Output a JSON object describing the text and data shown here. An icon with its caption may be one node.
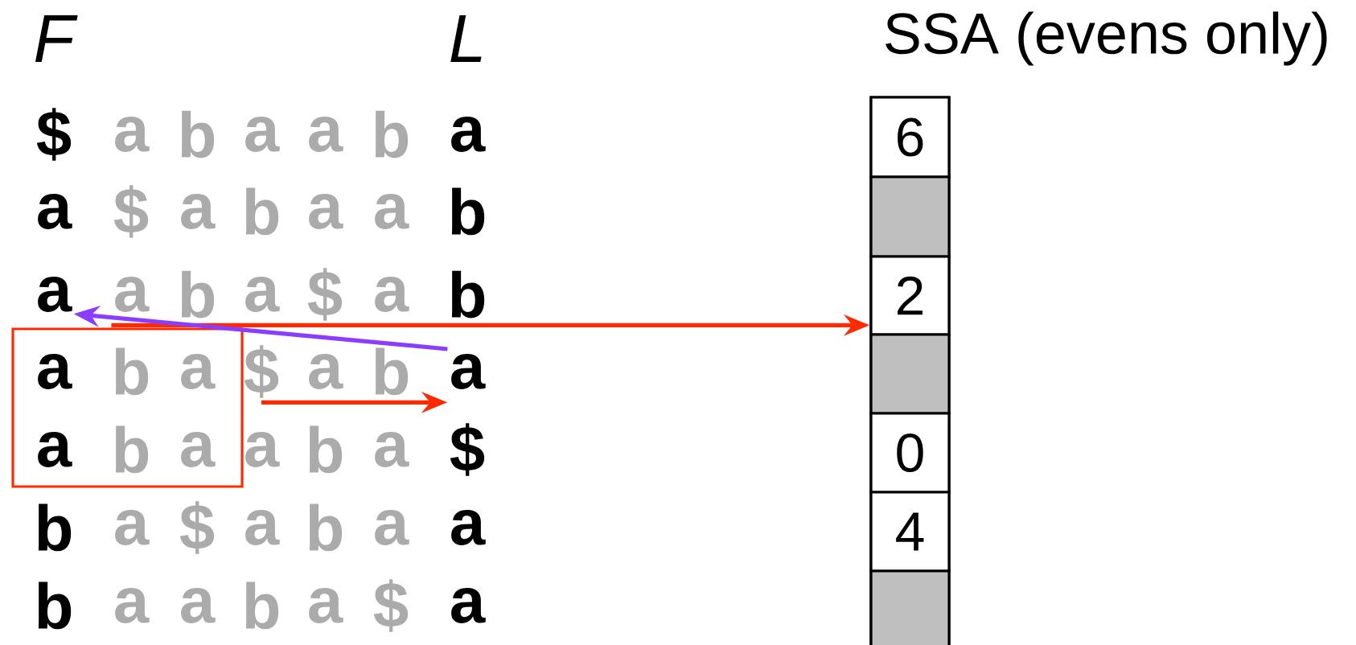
{
  "diagram": {
    "nodes": [
      {
        "text": [],
        "shape": "box"
      },
      {
        "text": [
          "$"
        ]
      },
      {
        "text": [
          "a"
        ]
      },
      {
        "text": [
          "b"
        ]
      },
      {
        "text": [
          "a"
        ]
      },
      {
        "text": [
          "a"
        ]
      },
      {
        "text": [
          "b"
        ]
      },
      {
        "text": [
          "a"
        ]
      },
      {
        "text": [
          "a"
        ]
      },
      {
        "text": [
          "$"
        ]
      },
      {
        "text": [
          "a"
        ]
      },
      {
        "text": [
          "b"
        ]
      },
      {
        "text": [
          "a"
        ]
      },
      {
        "text": [
          "a"
        ]
      },
      {
        "text": [
          "b"
        ]
      },
      {
        "text": [
          "a"
        ]
      },
      {
        "text": [
          "a"
        ]
      },
      {
        "text": [
          "b"
        ]
      },
      {
        "text": [
          "a"
        ]
      },
      {
        "text": [
          "$"
        ]
      },
      {
        "text": [
          "a"
        ]
      },
      {
        "text": [
          "b"
        ]
      },
      {
        "text": [
          "a"
        ],
        "in": 0
      },
      {
        "text": [
          "b"
        ],
        "in": 0
      },
      {
        "text": [
          "a"
        ],
        "in": 0
      },
      {
        "text": [
          "$"
        ]
      },
      {
        "text": [
          "a"
        ]
      },
      {
        "text": [
          "b"
        ]
      },
      {
        "text": [
          "a"
        ]
      },
      {
        "text": [
          "a"
        ],
        "in": 0
      },
      {
        "text": [
          "b"
        ],
        "in": 0
      },
      {
        "text": [
          "a"
        ],
        "in": 0
      },
      {
        "text": [
          "a"
        ]
      },
      {
        "text": [
          "b"
        ]
      },
      {
        "text": [
          "a"
        ]
      },
      {
        "text": [
          "$"
        ]
      },
      {
        "text": [
          "b"
        ]
      },
      {
        "text": [
          "a"
        ]
      },
      {
        "text": [
          "$"
        ]
      },
      {
        "text": [
          "a"
        ]
      },
      {
        "text": [
          "b"
        ]
      },
      {
        "text": [
          "a"
        ]
      },
      {
        "text": [
          "a"
        ]
      },
      {
        "text": [
          "b"
        ]
      },
      {
        "text": [
          "a"
        ]
      },
      {
        "text": [
          "a"
        ]
      },
      {
        "text": [
          "b"
        ]
      },
      {
        "text": [
          "a"
        ]
      },
      {
        "text": [
          "$"
        ]
      },
      {
        "text": [
          "a"
        ]
      },
      {
        "text": [
          "SSA (evens only)"
        ]
      },
      {
        "text": [
          "6"
        ],
        "in": 50
      },
      {
        "text": [],
        "shape": "box",
        "in": 50
      },
      {
        "text": [
          "2"
        ],
        "in": 50
      },
      {
        "text": [],
        "shape": "box",
        "in": 50
      },
      {
        "text": [
          "0"
        ],
        "in": 50
      },
      {
        "text": [
          "4"
        ],
        "in": 50
      },
      {
        "text": [],
        "shape": "box",
        "in": 50
      }
    ],
    "edges": [
      {
        "from": 16,
        "to": 53,
        "arrow": "to",
        "color": "#ff2a00"
      },
      {
        "from": 28,
        "to": 15,
        "arrow": "to",
        "color": "#8b3dff"
      },
      {
        "from": 25,
        "to": 28,
        "arrow": "to",
        "color": "#ff2a00"
      }
    ],
    "labels": [
      "F",
      "L"
    ]
  }
}
